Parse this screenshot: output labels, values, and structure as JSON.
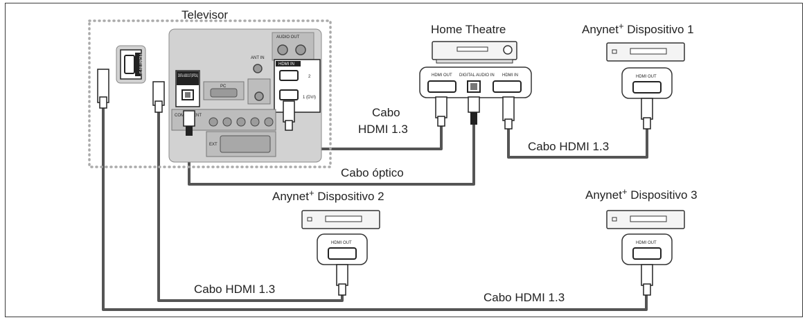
{
  "labels": {
    "tv": "Televisor",
    "home_theatre": "Home Theatre",
    "anynet_prefix": "Anynet",
    "anynet_sup": "+",
    "device1": "Dispositivo 1",
    "device2": "Dispositivo 2",
    "device3": "Dispositivo 3",
    "cable_tv_ht_line1": "Cabo",
    "cable_tv_ht_line2": "HDMI 1.3",
    "cable_ht_dev1": "Cabo HDMI 1.3",
    "cable_optical": "Cabo óptico",
    "cable_dev2": "Cabo HDMI 1.3",
    "cable_dev3": "Cabo HDMI 1.3"
  },
  "ports": {
    "hdmi_out": "HDMI OUT",
    "digital_audio_in": "DIGITAL AUDIO IN",
    "hdmi_in": "HDMI IN",
    "digital_audio_out": "DIGITAL AUDIO OUT (OPTICAL)",
    "hdmi_in_3": "HDMI IN 3",
    "tv_hdmi_in": "HDMI IN",
    "tv_hdmi_1": "1 (DVI)",
    "tv_hdmi_2": "2",
    "audio_out": "AUDIO OUT",
    "pc": "PC",
    "ant_in": "ANT IN",
    "ext": "EXT",
    "component": "COMPONENT"
  },
  "colors": {
    "cable": "#555555",
    "panel": "#d2d2d2",
    "dotted_border": "#aaaaaa",
    "text": "#222222"
  }
}
